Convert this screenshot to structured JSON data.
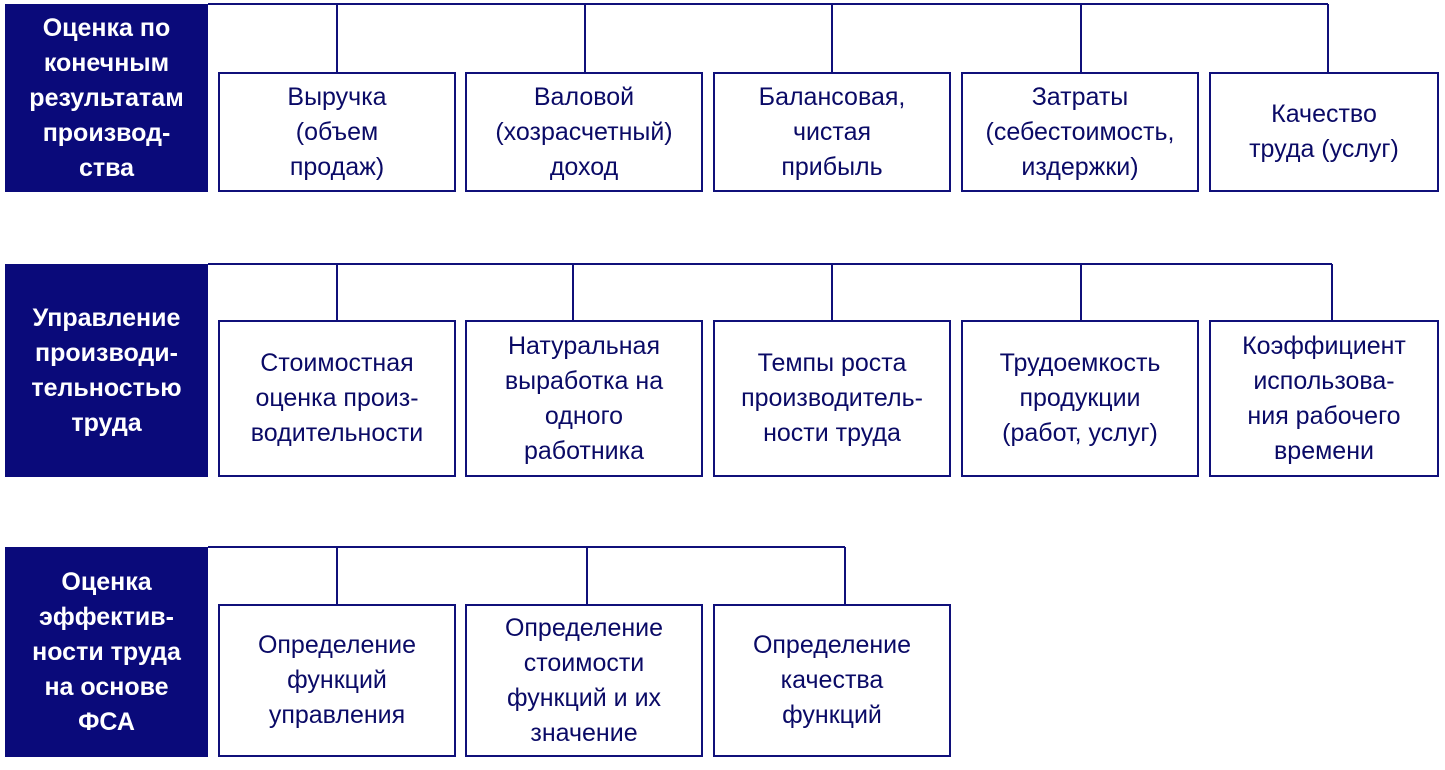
{
  "groups": [
    {
      "title": "Оценка по\nконечным\nрезультатам\nпроизвод-\nства",
      "items": [
        "Выручка\n(объем\nпродаж)",
        "Валовой\n(хозрасчетный)\nдоход",
        "Балансовая,\nчистая\nприбыль",
        "Затраты\n(себестоимость,\nиздержки)",
        "Качество\nтруда (услуг)"
      ]
    },
    {
      "title": "Управление\nпроизводи-\nтельностью\nтруда",
      "items": [
        "Стоимостная\nоценка произ-\nводительности",
        "Натуральная\nвыработка на\nодного\nработника",
        "Темпы роста\nпроизводитель-\nности труда",
        "Трудоемкость\nпродукции\n(работ, услуг)",
        "Коэффициент\nиспользова-\nния рабочего\nвремени"
      ]
    },
    {
      "title": "Оценка\nэффектив-\nности труда\nна основе\nФСА",
      "items": [
        "Определение\nфункций\nуправления",
        "Определение\nстоимости\nфункций и их\nзначение",
        "Определение\nкачества\nфункций"
      ]
    }
  ]
}
